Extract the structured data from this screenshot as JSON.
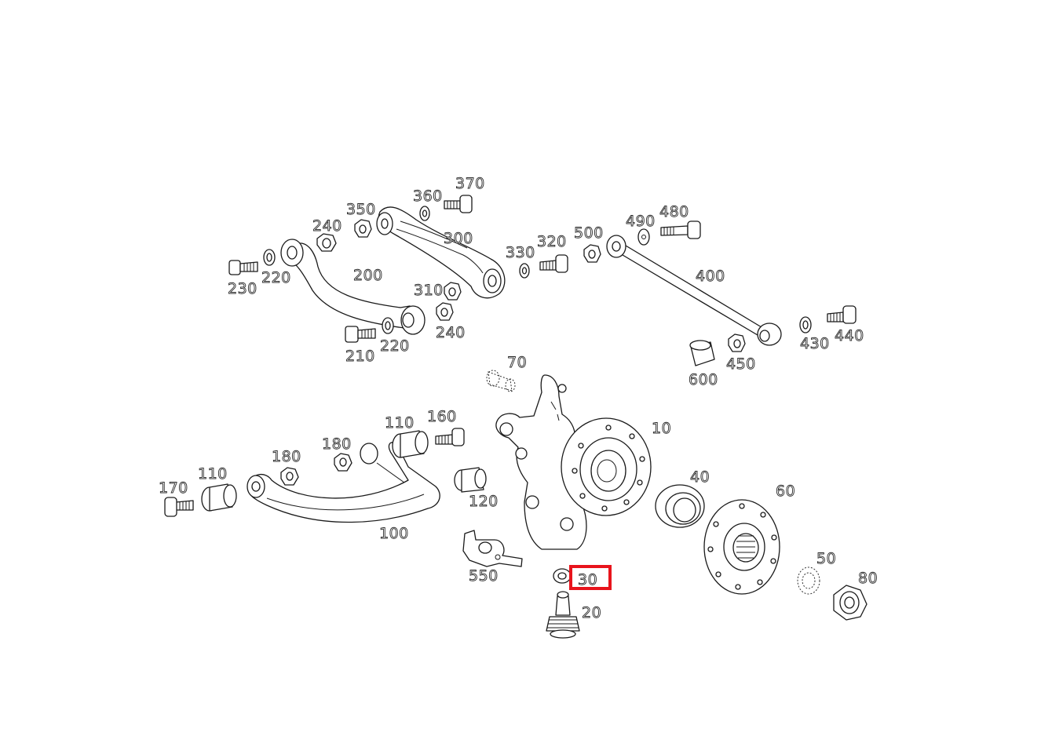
{
  "labels": {
    "p10": "10",
    "p20": "20",
    "p30": "30",
    "p40": "40",
    "p50": "50",
    "p60": "60",
    "p70": "70",
    "p80": "80",
    "p100": "100",
    "p110a": "110",
    "p110b": "110",
    "p120": "120",
    "p160": "160",
    "p170": "170",
    "p180a": "180",
    "p180b": "180",
    "p200": "200",
    "p210": "210",
    "p220a": "220",
    "p220b": "220",
    "p230": "230",
    "p240a": "240",
    "p240b": "240",
    "p300": "300",
    "p310": "310",
    "p320": "320",
    "p330": "330",
    "p350": "350",
    "p360": "360",
    "p370": "370",
    "p400": "400",
    "p430": "430",
    "p440": "440",
    "p450": "450",
    "p480": "480",
    "p490": "490",
    "p500": "500",
    "p550": "550",
    "p600": "600"
  },
  "highlight": {
    "part": "30",
    "color": "#e8141c"
  }
}
